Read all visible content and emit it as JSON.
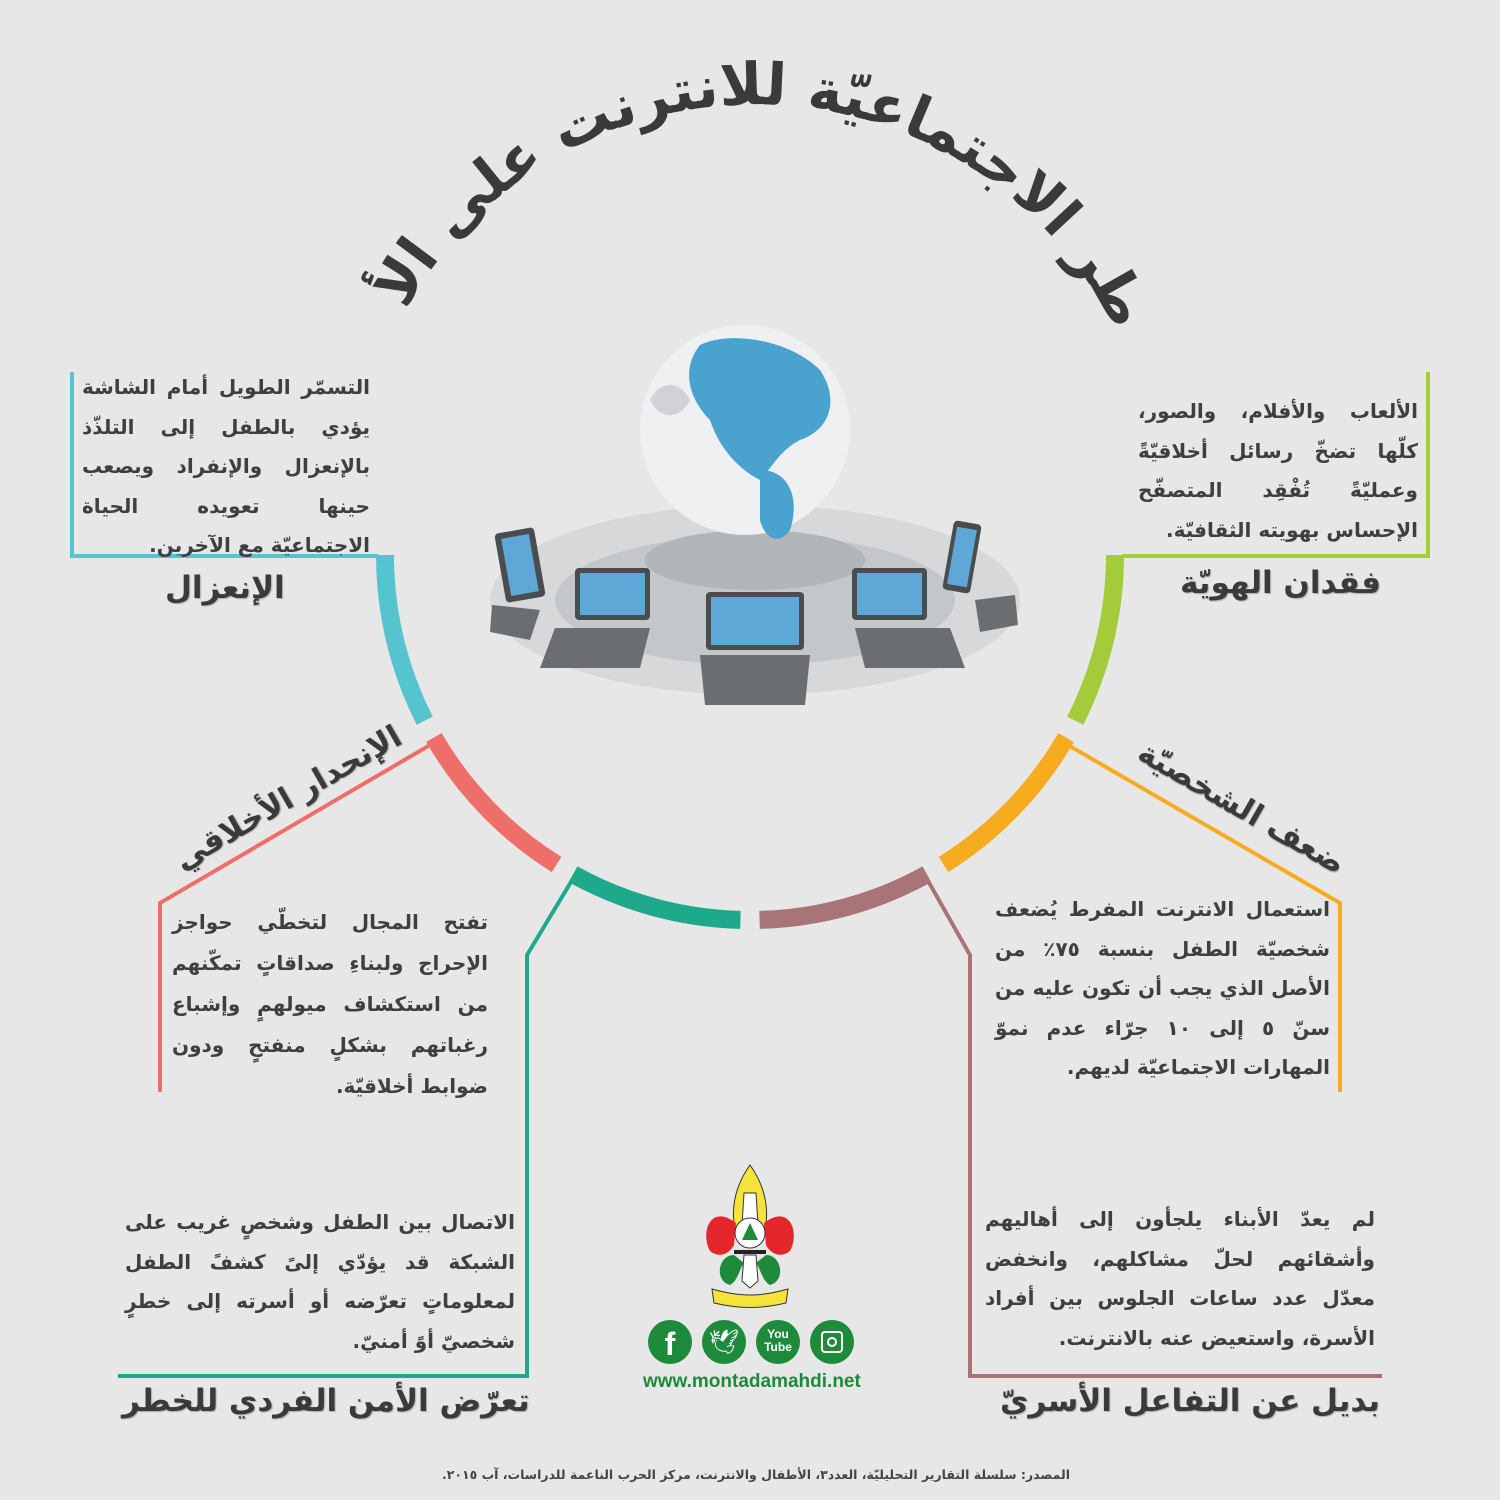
{
  "title": "المخاطر الاجتماعيّة للانترنت على الأطفال",
  "colors": {
    "background": "#e7e7e7",
    "isolation": "#55c4cf",
    "identity": "#a4cb3a",
    "moral": "#ee6f6a",
    "security": "#1fa98c",
    "family": "#a97478",
    "personality": "#f7ab1f",
    "brand_green": "#1d8a3c"
  },
  "sections": {
    "isolation": {
      "heading": "الإنعزال",
      "text": "التسمّر الطويل أمام الشاشة يؤدي بالطفل إلى التلذّذ بالإنعزال والإنفراد ويصعب حينها تعويده الحياة الاجتماعيّة مع الآخرين."
    },
    "identity": {
      "heading": "فقدان الهويّة",
      "text": "الألعاب والأفلام، والصور، كلّها تضخّ رسائل أخلاقيّةً وعمليّةً تُفْقِد المتصفّح الإحساس بهويته الثقافيّة."
    },
    "moral": {
      "heading": "الإنحدار الأخلاقي",
      "text": "تفتح المجال لتخطّي حواجز الإحراج ولبناءِ صداقاتٍ تمكّنهم من استكشاف ميولهمٍ وإشباع رغباتهم بشكلٍ منفتحٍ ودون ضوابط أخلاقيّة."
    },
    "personality": {
      "heading": "ضعف الشخصيّة",
      "text": "استعمال الانترنت المفرط يُضعف شخصيّة الطفل بنسبة ٧٥٪ من الأصل الذي يجب أن تكون عليه من سنّ ٥ إلى ١٠ جرّاء عدم نموّ المهارات الاجتماعيّة لديهم."
    },
    "security": {
      "heading": "تعرّض الأمن الفردي للخطر",
      "text": "الاتصال بين الطفل وشخصٍ غريب على الشبكة قد يؤدّي إلىً كشفً الطفل لمعلوماتٍ تعرّضه أو أسرته إلى خطرٍ شخصيّ أوً أمنيّ."
    },
    "family": {
      "heading": "بديل عن التفاعل الأسريّ",
      "text": "لم يعدّ الأبناء يلجأون إلى أهاليهم وأشقائهم لحلّ مشاكلهم، وانخفض معدّل عدد ساعات الجلوس بين أفراد الأسرة، واستعيض عنه بالانترنت."
    }
  },
  "social": {
    "icons": [
      "facebook-icon",
      "twitter-icon",
      "youtube-icon",
      "instagram-icon"
    ],
    "youtube_top": "You",
    "youtube_bottom": "Tube",
    "website": "www.montadamahdi.net"
  },
  "source": "المصدر: سلسلة التقارير التحليليّة، العدد٣، الأطفال والانترنت، مركز الحرب الناعمة للدراسات، آب ٢٠١٥."
}
